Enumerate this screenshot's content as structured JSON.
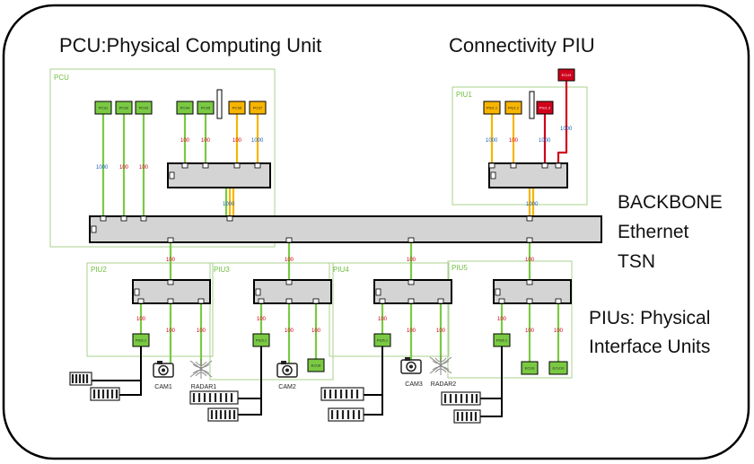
{
  "titles": {
    "pcu": "PCU:Physical Computing Unit",
    "connectivity": "Connectivity PIU"
  },
  "side_text": {
    "backbone": [
      "BACKBONE",
      "Ethernet",
      "TSN"
    ],
    "pius": [
      "PIUs: Physical",
      "Interface Units"
    ]
  },
  "groups": {
    "pcu": "PCU",
    "piu1": "PIU1",
    "piu2": "PIU2",
    "piu3": "PIU3",
    "piu4": "PIU4",
    "piu5": "PIU5"
  },
  "modules": {
    "pcu_green": [
      "PCS1",
      "PCS2",
      "PCS3",
      "PCS4",
      "PCS5"
    ],
    "pcu_orange": [
      "PCS6",
      "PCS7"
    ],
    "piu1_orange": [
      "PIU1.1",
      "PIU1.2"
    ],
    "piu1_red": "PIU1.3",
    "ecu_top": "ECU3",
    "piu2": "PIU2.1",
    "piu3": "PIU3.1",
    "piu3_ecu": "ECU6",
    "piu4": "PIU5.1",
    "piu5": "PIU6.1",
    "piu5_ecus": [
      "ECU9",
      "ECU10"
    ]
  },
  "speeds": {
    "s100": "100",
    "s1000": "1000"
  },
  "devices": {
    "cam1": "CAM1",
    "radar1": "RADAR1",
    "cam2": "CAM2",
    "cam3": "CAM3",
    "radar2": "RADAR2"
  },
  "colors": {
    "green": "#7ac943",
    "orange": "#f7b500",
    "red": "#d0021b",
    "group_border": "#a8d08d",
    "switch_fill": "#d4d4d4"
  }
}
